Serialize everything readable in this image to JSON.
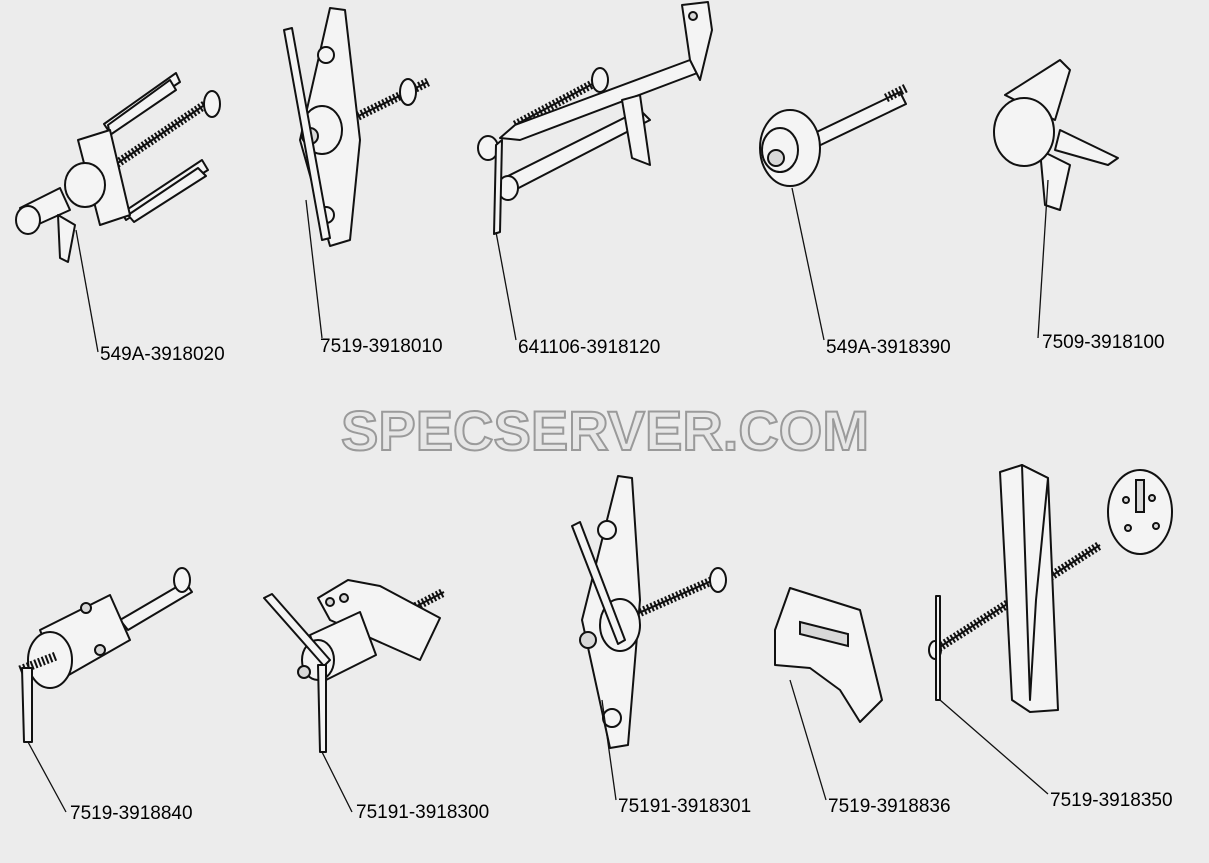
{
  "watermark": "SPECSERVER.COM",
  "parts": [
    {
      "code": "549A-3918020"
    },
    {
      "code": "7519-3918010"
    },
    {
      "code": "641106-3918120"
    },
    {
      "code": "549A-3918390"
    },
    {
      "code": "7509-3918100"
    },
    {
      "code": "7519-3918840"
    },
    {
      "code": "75191-3918300"
    },
    {
      "code": "75191-3918301"
    },
    {
      "code": "7519-3918836"
    },
    {
      "code": "7519-3918350"
    }
  ]
}
